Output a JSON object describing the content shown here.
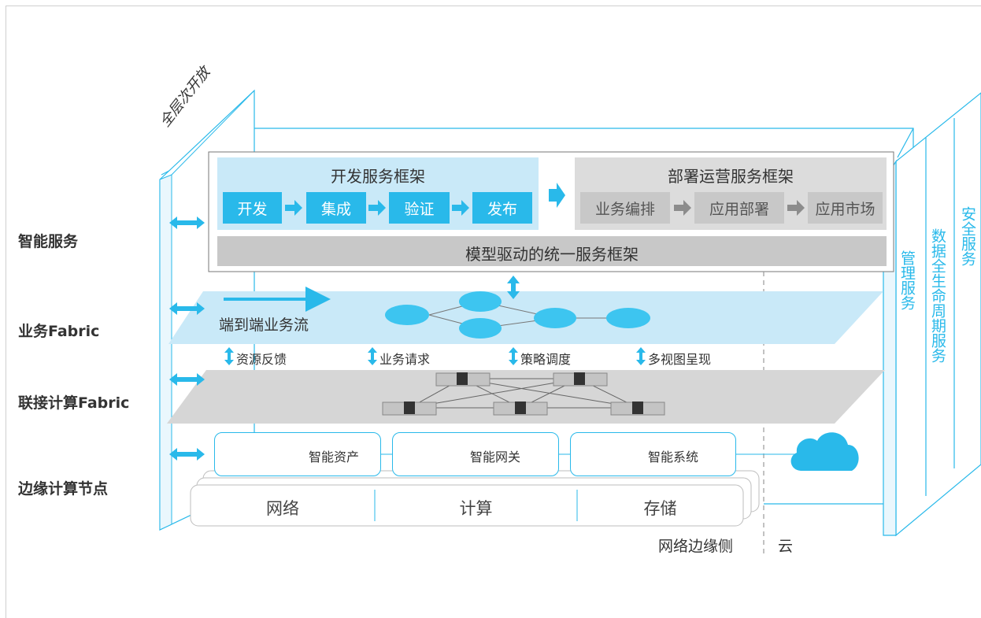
{
  "left_labels": {
    "intelligent_service": "智能服务",
    "business_fabric": "业务Fabric",
    "compute_fabric": "联接计算Fabric",
    "edge_node": "边缘计算节点"
  },
  "open_label": "全层次开放",
  "dev_framework": {
    "title": "开发服务框架",
    "steps": [
      "开发",
      "集成",
      "验证",
      "发布"
    ]
  },
  "deploy_framework": {
    "title": "部署运营服务框架",
    "steps": [
      "业务编排",
      "应用部署",
      "应用市场"
    ]
  },
  "model_framework": "模型驱动的统一服务框架",
  "business_fabric_label": "端到端业务流",
  "interactions": [
    "资源反馈",
    "业务请求",
    "策略调度",
    "多视图呈现"
  ],
  "edge_cards": [
    "智能资产",
    "智能网关",
    "智能系统"
  ],
  "base_layer": [
    "网络",
    "计算",
    "存储"
  ],
  "side_services": {
    "management": "管理服务",
    "data_lifecycle": "数据全生命周期服务",
    "security": "安全服务"
  },
  "divider_labels": {
    "edge": "网络边缘侧",
    "cloud": "云"
  },
  "colors": {
    "accent_blue": "#29b9ea",
    "light_blue": "#c9e9f8",
    "gray": "#c8c8c8"
  }
}
